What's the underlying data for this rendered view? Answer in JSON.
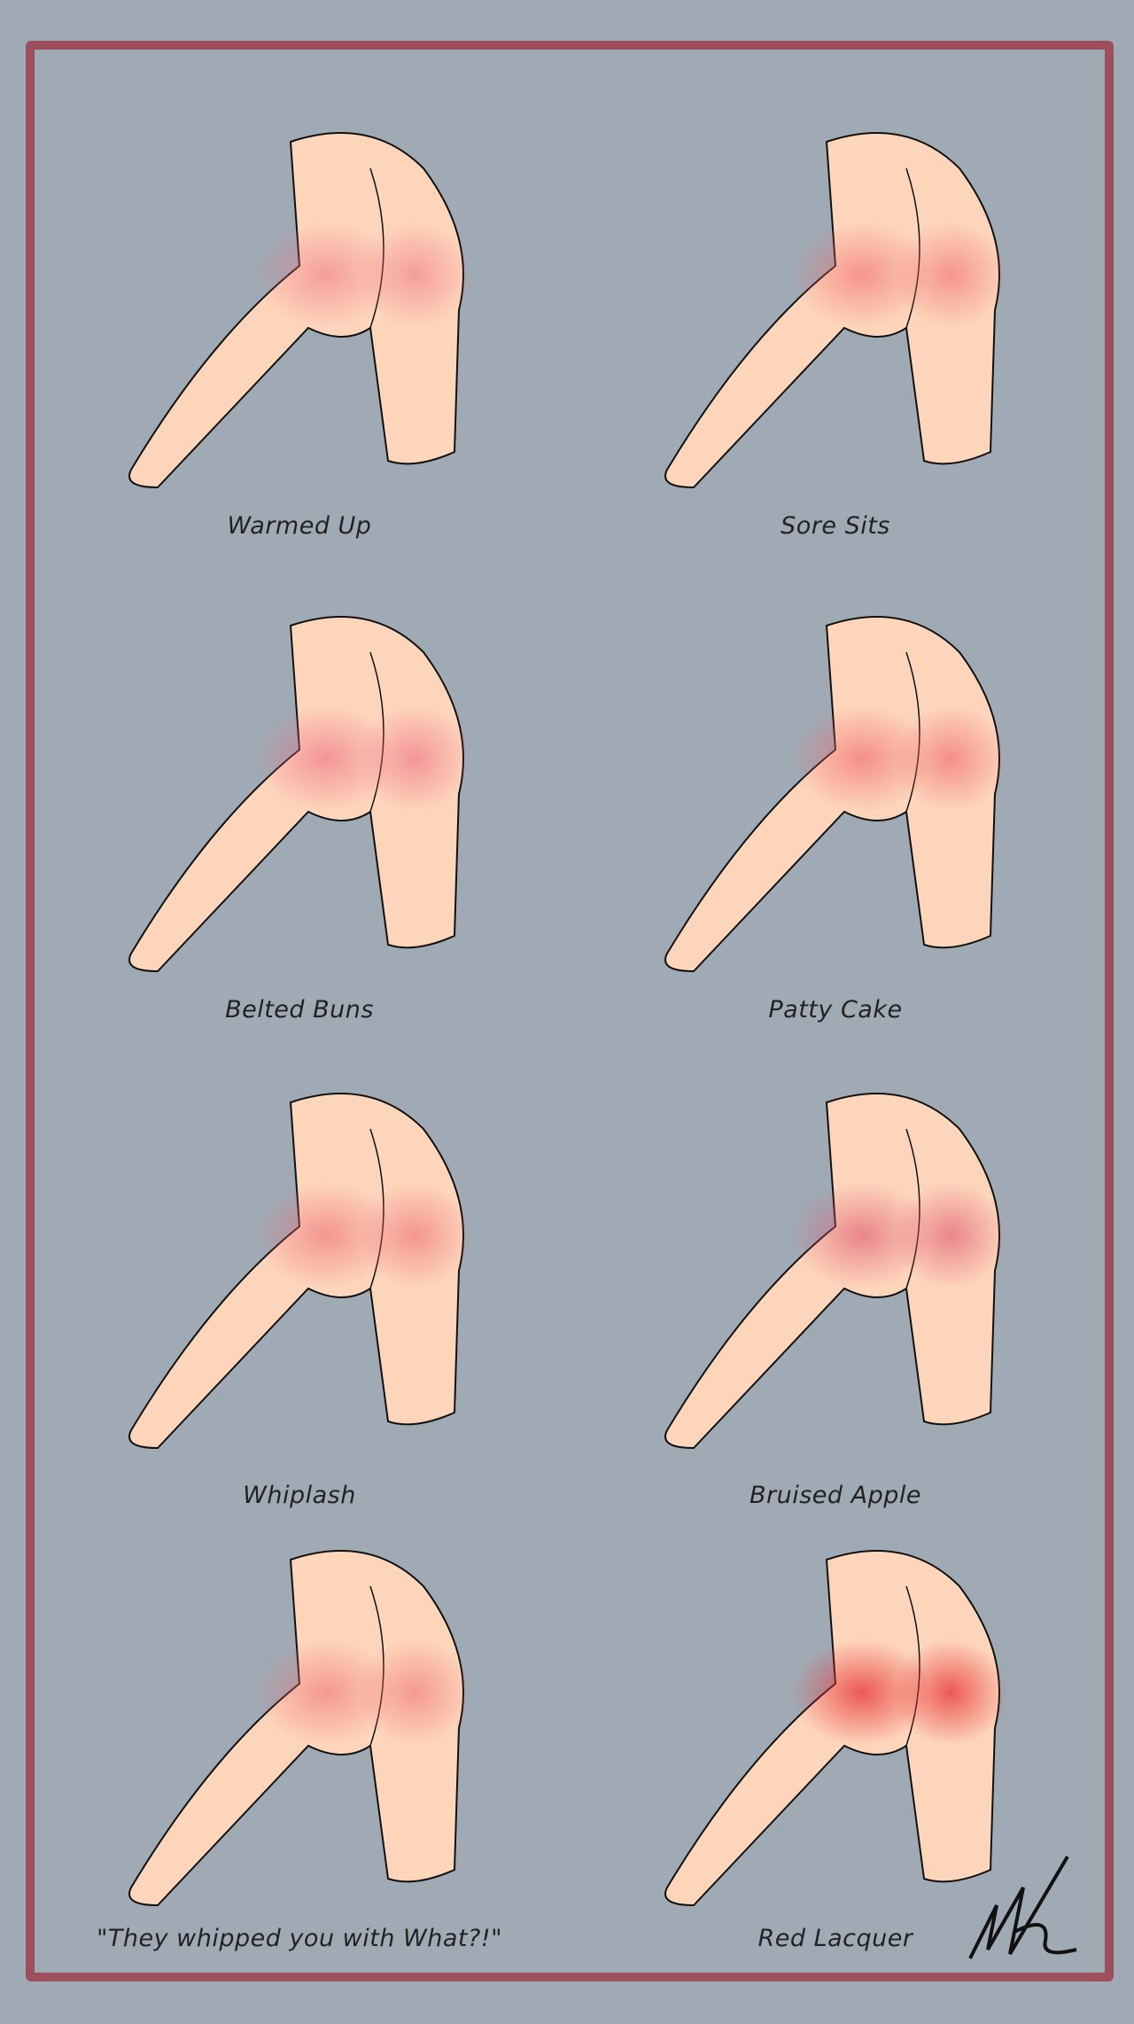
{
  "panels": [
    {
      "label": "Warmed Up",
      "mark_color": "#f07080",
      "intensity": 0.55
    },
    {
      "label": "Sore Sits",
      "mark_color": "#f06a6a",
      "intensity": 0.6
    },
    {
      "label": "Belted Buns",
      "mark_color": "#ee6a80",
      "intensity": 0.6
    },
    {
      "label": "Patty Cake",
      "mark_color": "#f06a6a",
      "intensity": 0.65
    },
    {
      "label": "Whiplash",
      "mark_color": "#ee6a74",
      "intensity": 0.6
    },
    {
      "label": "Bruised Apple",
      "mark_color": "#e05a70",
      "intensity": 0.65
    },
    {
      "label": "\"They whipped you with What?!\"",
      "mark_color": "#f07070",
      "intensity": 0.6
    },
    {
      "label": "Red Lacquer",
      "mark_color": "#e83a3a",
      "intensity": 0.8
    }
  ],
  "colors": {
    "background": "#a0aab5",
    "frame": "#9e4f5e",
    "skin": "#fdd5bb"
  }
}
